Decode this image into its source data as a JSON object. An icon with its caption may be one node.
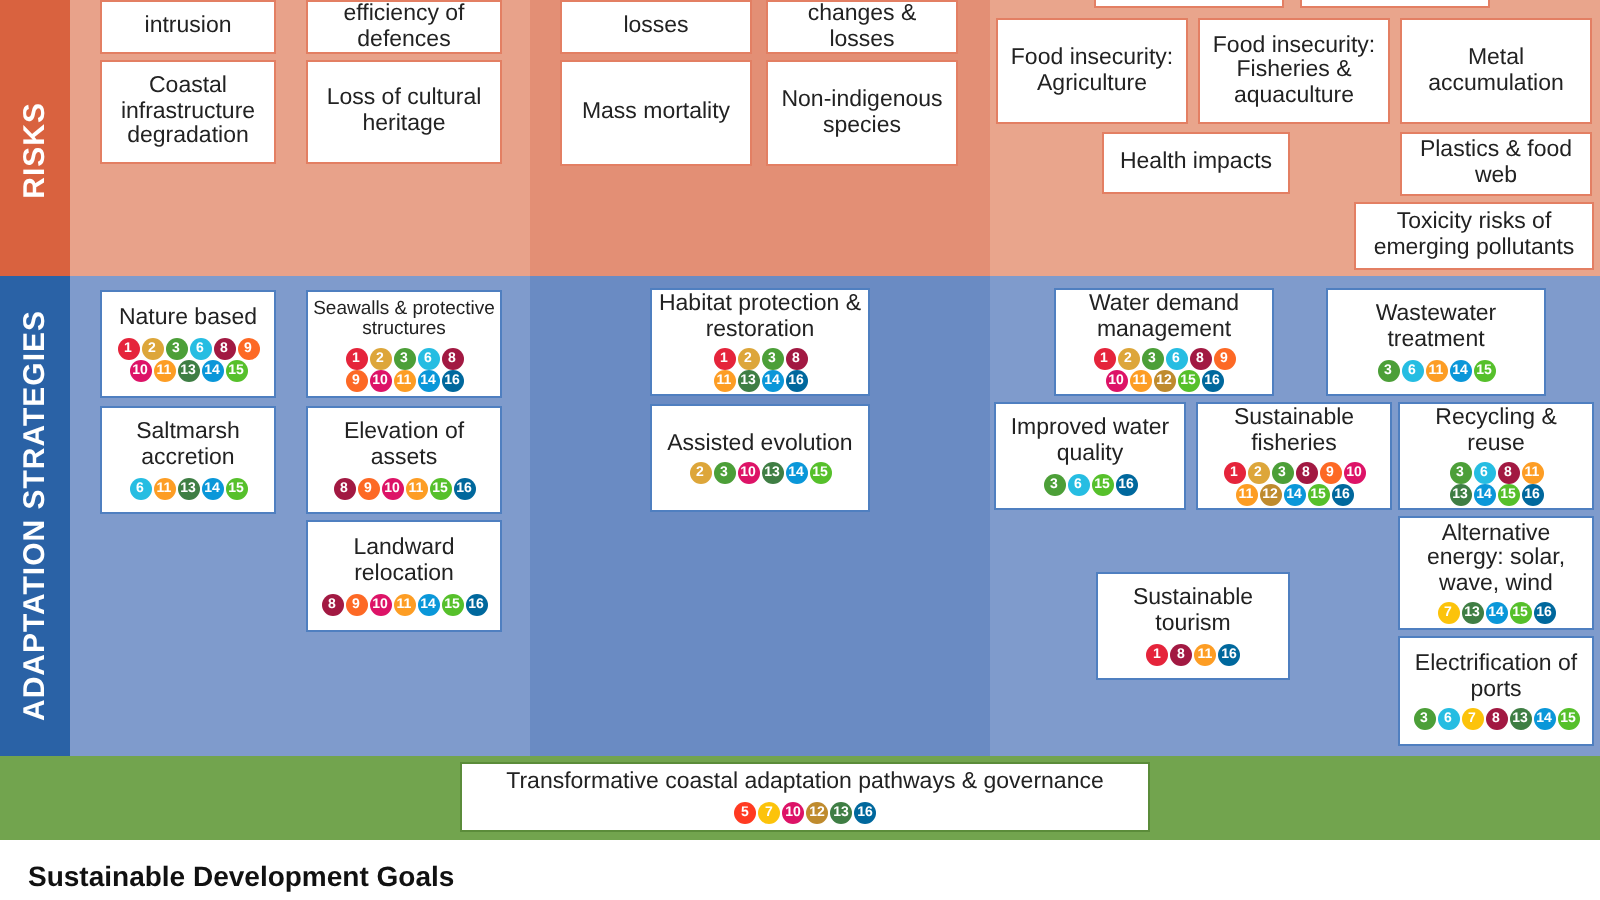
{
  "diagram": {
    "nodes": [
      {
        "text": [
          "RISKS"
        ]
      },
      {
        "text": [
          "intrusion"
        ],
        "in": 0
      },
      {
        "text": [
          "efficiency of defences"
        ],
        "in": 0
      },
      {
        "text": [
          "Coastal infrastructure degradation"
        ],
        "in": 0
      },
      {
        "text": [
          "Loss of cultural heritage"
        ],
        "in": 0
      },
      {
        "text": [
          "losses"
        ],
        "in": 0
      },
      {
        "text": [
          "changes & losses"
        ],
        "in": 0
      },
      {
        "text": [
          "Mass mortality"
        ],
        "in": 0
      },
      {
        "text": [
          "Non-indigenous species"
        ],
        "in": 0
      },
      {
        "text": [],
        "shape": "box",
        "in": 0
      },
      {
        "text": [],
        "shape": "box",
        "in": 0
      },
      {
        "text": [
          "Food insecurity: Agriculture"
        ],
        "in": 0
      },
      {
        "text": [
          "Food insecurity: Fisheries & aquaculture"
        ],
        "in": 0
      },
      {
        "text": [
          "Metal accumulation"
        ],
        "in": 0
      },
      {
        "text": [
          "Health impacts"
        ],
        "in": 0
      },
      {
        "text": [
          "Plastics & food web"
        ],
        "in": 0
      },
      {
        "text": [
          "Toxicity risks of emerging pollutants"
        ],
        "in": 0
      },
      {
        "text": [
          "ADAPTATION STRATEGIES"
        ]
      },
      {
        "text": [
          "Nature based"
        ],
        "in": 17
      },
      {
        "text": [
          "1"
        ],
        "in": 18
      },
      {
        "text": [
          "2"
        ],
        "in": 18
      },
      {
        "text": [
          "3"
        ],
        "in": 18
      },
      {
        "text": [
          "6"
        ],
        "in": 18
      },
      {
        "text": [
          "8"
        ],
        "in": 18
      },
      {
        "text": [
          "9"
        ],
        "in": 18
      },
      {
        "text": [
          "10"
        ],
        "in": 18
      },
      {
        "text": [
          "11"
        ],
        "in": 18
      },
      {
        "text": [
          "13"
        ],
        "in": 18
      },
      {
        "text": [
          "14"
        ],
        "in": 18
      },
      {
        "text": [
          "15"
        ],
        "in": 18
      },
      {
        "text": [
          "Seawalls & protective structures"
        ],
        "in": 17
      },
      {
        "text": [
          "1"
        ],
        "in": 30
      },
      {
        "text": [
          "2"
        ],
        "in": 30
      },
      {
        "text": [
          "3"
        ],
        "in": 30
      },
      {
        "text": [
          "6"
        ],
        "in": 30
      },
      {
        "text": [
          "8"
        ],
        "in": 30
      },
      {
        "text": [
          "9"
        ],
        "in": 30
      },
      {
        "text": [
          "10"
        ],
        "in": 30
      },
      {
        "text": [
          "11"
        ],
        "in": 30
      },
      {
        "text": [
          "14"
        ],
        "in": 30
      },
      {
        "text": [
          "16"
        ],
        "in": 30
      },
      {
        "text": [
          "Saltmarsh accretion"
        ],
        "in": 17
      },
      {
        "text": [
          "6"
        ],
        "in": 41
      },
      {
        "text": [
          "11"
        ],
        "in": 41
      },
      {
        "text": [
          "13"
        ],
        "in": 41
      },
      {
        "text": [
          "14"
        ],
        "in": 41
      },
      {
        "text": [
          "15"
        ],
        "in": 41
      },
      {
        "text": [
          "Elevation of assets"
        ],
        "in": 17
      },
      {
        "text": [
          "8"
        ],
        "in": 47
      },
      {
        "text": [
          "9"
        ],
        "in": 47
      },
      {
        "text": [
          "10"
        ],
        "in": 47
      },
      {
        "text": [
          "11"
        ],
        "in": 47
      },
      {
        "text": [
          "15"
        ],
        "in": 47
      },
      {
        "text": [
          "16"
        ],
        "in": 47
      },
      {
        "text": [
          "Landward relocation"
        ],
        "in": 17
      },
      {
        "text": [
          "8"
        ],
        "in": 54
      },
      {
        "text": [
          "9"
        ],
        "in": 54
      },
      {
        "text": [
          "10"
        ],
        "in": 54
      },
      {
        "text": [
          "11"
        ],
        "in": 54
      },
      {
        "text": [
          "14"
        ],
        "in": 54
      },
      {
        "text": [
          "15"
        ],
        "in": 54
      },
      {
        "text": [
          "16"
        ],
        "in": 54
      },
      {
        "text": [
          "Habitat protection & restoration"
        ],
        "in": 17
      },
      {
        "text": [
          "1"
        ],
        "in": 62
      },
      {
        "text": [
          "2"
        ],
        "in": 62
      },
      {
        "text": [
          "3"
        ],
        "in": 62
      },
      {
        "text": [
          "8"
        ],
        "in": 62
      },
      {
        "text": [
          "11"
        ],
        "in": 62
      },
      {
        "text": [
          "13"
        ],
        "in": 62
      },
      {
        "text": [
          "14"
        ],
        "in": 62
      },
      {
        "text": [
          "16"
        ],
        "in": 62
      },
      {
        "text": [
          "Assisted evolution"
        ],
        "in": 17
      },
      {
        "text": [
          "2"
        ],
        "in": 71
      },
      {
        "text": [
          "3"
        ],
        "in": 71
      },
      {
        "text": [
          "10"
        ],
        "in": 71
      },
      {
        "text": [
          "13"
        ],
        "in": 71
      },
      {
        "text": [
          "14"
        ],
        "in": 71
      },
      {
        "text": [
          "15"
        ],
        "in": 71
      },
      {
        "text": [
          "Water demand management"
        ],
        "in": 17
      },
      {
        "text": [
          "1"
        ],
        "in": 78
      },
      {
        "text": [
          "2"
        ],
        "in": 78
      },
      {
        "text": [
          "3"
        ],
        "in": 78
      },
      {
        "text": [
          "6"
        ],
        "in": 78
      },
      {
        "text": [
          "8"
        ],
        "in": 78
      },
      {
        "text": [
          "9"
        ],
        "in": 78
      },
      {
        "text": [
          "10"
        ],
        "in": 78
      },
      {
        "text": [
          "11"
        ],
        "in": 78
      },
      {
        "text": [
          "12"
        ],
        "in": 78
      },
      {
        "text": [
          "15"
        ],
        "in": 78
      },
      {
        "text": [
          "16"
        ],
        "in": 78
      },
      {
        "text": [
          "Wastewater treatment"
        ],
        "in": 17
      },
      {
        "text": [
          "3"
        ],
        "in": 90
      },
      {
        "text": [
          "6"
        ],
        "in": 90
      },
      {
        "text": [
          "11"
        ],
        "in": 90
      },
      {
        "text": [
          "14"
        ],
        "in": 90
      },
      {
        "text": [
          "15"
        ],
        "in": 90
      },
      {
        "text": [
          "Improved water quality"
        ],
        "in": 17
      },
      {
        "text": [
          "3"
        ],
        "in": 96
      },
      {
        "text": [
          "6"
        ],
        "in": 96
      },
      {
        "text": [
          "15"
        ],
        "in": 96
      },
      {
        "text": [
          "16"
        ],
        "in": 96
      },
      {
        "text": [
          "Sustainable fisheries"
        ],
        "in": 17
      },
      {
        "text": [
          "1"
        ],
        "in": 101
      },
      {
        "text": [
          "2"
        ],
        "in": 101
      },
      {
        "text": [
          "3"
        ],
        "in": 101
      },
      {
        "text": [
          "8"
        ],
        "in": 101
      },
      {
        "text": [
          "9"
        ],
        "in": 101
      },
      {
        "text": [
          "10"
        ],
        "in": 101
      },
      {
        "text": [
          "11"
        ],
        "in": 101
      },
      {
        "text": [
          "12"
        ],
        "in": 101
      },
      {
        "text": [
          "14"
        ],
        "in": 101
      },
      {
        "text": [
          "15"
        ],
        "in": 101
      },
      {
        "text": [
          "16"
        ],
        "in": 101
      },
      {
        "text": [
          "Recycling & reuse"
        ],
        "in": 17
      },
      {
        "text": [
          "3"
        ],
        "in": 113
      },
      {
        "text": [
          "6"
        ],
        "in": 113
      },
      {
        "text": [
          "8"
        ],
        "in": 113
      },
      {
        "text": [
          "11"
        ],
        "in": 113
      },
      {
        "text": [
          "13"
        ],
        "in": 113
      },
      {
        "text": [
          "14"
        ],
        "in": 113
      },
      {
        "text": [
          "15"
        ],
        "in": 113
      },
      {
        "text": [
          "16"
        ],
        "in": 113
      },
      {
        "text": [
          "Alternative energy: solar, wave, wind"
        ],
        "in": 17
      },
      {
        "text": [
          "7"
        ],
        "in": 122
      },
      {
        "text": [
          "13"
        ],
        "in": 122
      },
      {
        "text": [
          "14"
        ],
        "in": 122
      },
      {
        "text": [
          "15"
        ],
        "in": 122
      },
      {
        "text": [
          "16"
        ],
        "in": 122
      },
      {
        "text": [
          "Sustainable tourism"
        ],
        "in": 17
      },
      {
        "text": [
          "1"
        ],
        "in": 128
      },
      {
        "text": [
          "8"
        ],
        "in": 128
      },
      {
        "text": [
          "11"
        ],
        "in": 128
      },
      {
        "text": [
          "16"
        ],
        "in": 128
      },
      {
        "text": [
          "Electrification of ports"
        ],
        "in": 17
      },
      {
        "text": [
          "3"
        ],
        "in": 133
      },
      {
        "text": [
          "6"
        ],
        "in": 133
      },
      {
        "text": [
          "7"
        ],
        "in": 133
      },
      {
        "text": [
          "8"
        ],
        "in": 133
      },
      {
        "text": [
          "13"
        ],
        "in": 133
      },
      {
        "text": [
          "14"
        ],
        "in": 133
      },
      {
        "text": [
          "15"
        ],
        "in": 133
      },
      {
        "text": [],
        "shape": "bar"
      },
      {
        "text": [
          "Transformative coastal adaptation pathways & governance"
        ],
        "in": 141
      },
      {
        "text": [
          "5"
        ],
        "in": 142
      },
      {
        "text": [
          "7"
        ],
        "in": 142
      },
      {
        "text": [
          "10"
        ],
        "in": 142
      },
      {
        "text": [
          "12"
        ],
        "in": 142
      },
      {
        "text": [
          "13"
        ],
        "in": 142
      },
      {
        "text": [
          "16"
        ],
        "in": 142
      }
    ],
    "labels": [
      "Sustainable Development Goals"
    ]
  }
}
